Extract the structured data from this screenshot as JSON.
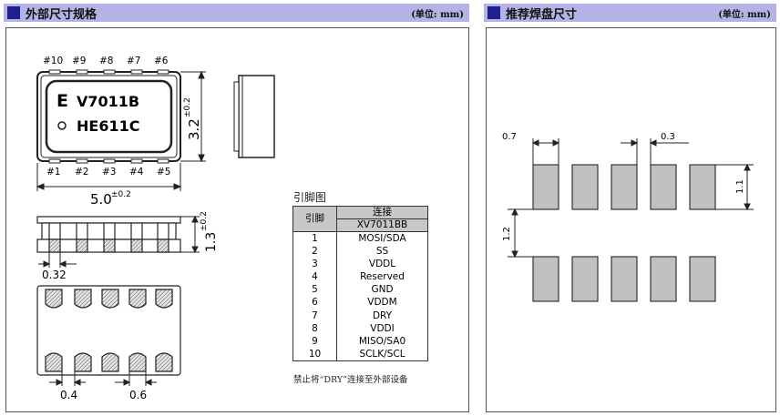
{
  "left_panel": {
    "title": "外部尺寸规格",
    "unit": "(单位: mm)",
    "top_pins": [
      "#10",
      "#9",
      "#8",
      "#7",
      "#6"
    ],
    "bottom_pins": [
      "#1",
      "#2",
      "#3",
      "#4",
      "#5"
    ],
    "marking_logo": "E",
    "marking_line1": "V7011B",
    "marking_line2": "HE611C",
    "dim_width": "5.0",
    "dim_width_tol": "±0.2",
    "dim_height": "3.2",
    "dim_height_tol": "±0.2",
    "dim_thickness": "1.3",
    "dim_thickness_tol": "±0.2",
    "dim_pad_width": "0.32",
    "dim_pad_pitch_a": "0.4",
    "dim_pad_pitch_b": "0.6",
    "table_caption": "引脚图",
    "table_header_pin": "引脚",
    "table_header_conn": "连接",
    "table_header_model": "XV7011BB",
    "pins": [
      {
        "no": "1",
        "fn": "MOSI/SDA"
      },
      {
        "no": "2",
        "fn": "SS"
      },
      {
        "no": "3",
        "fn": "VDDL"
      },
      {
        "no": "4",
        "fn": "Reserved"
      },
      {
        "no": "5",
        "fn": "GND"
      },
      {
        "no": "6",
        "fn": "VDDM"
      },
      {
        "no": "7",
        "fn": "DRY"
      },
      {
        "no": "8",
        "fn": "VDDI"
      },
      {
        "no": "9",
        "fn": "MISO/SA0"
      },
      {
        "no": "10",
        "fn": "SCLK/SCL"
      }
    ],
    "table_note": "禁止将“DRY”连接至外部设备"
  },
  "right_panel": {
    "title": "推荐焊盘尺寸",
    "unit": "(单位: mm)",
    "dim_pad_width": "0.7",
    "dim_pad_gap": "0.3",
    "dim_pad_height": "1.1",
    "dim_row_gap": "1.2"
  },
  "colors": {
    "title_bar": "#b3b3e6",
    "title_square": "#1f1f8f",
    "pad_fill": "#c0c0c0",
    "table_header": "#c8c8c8"
  }
}
